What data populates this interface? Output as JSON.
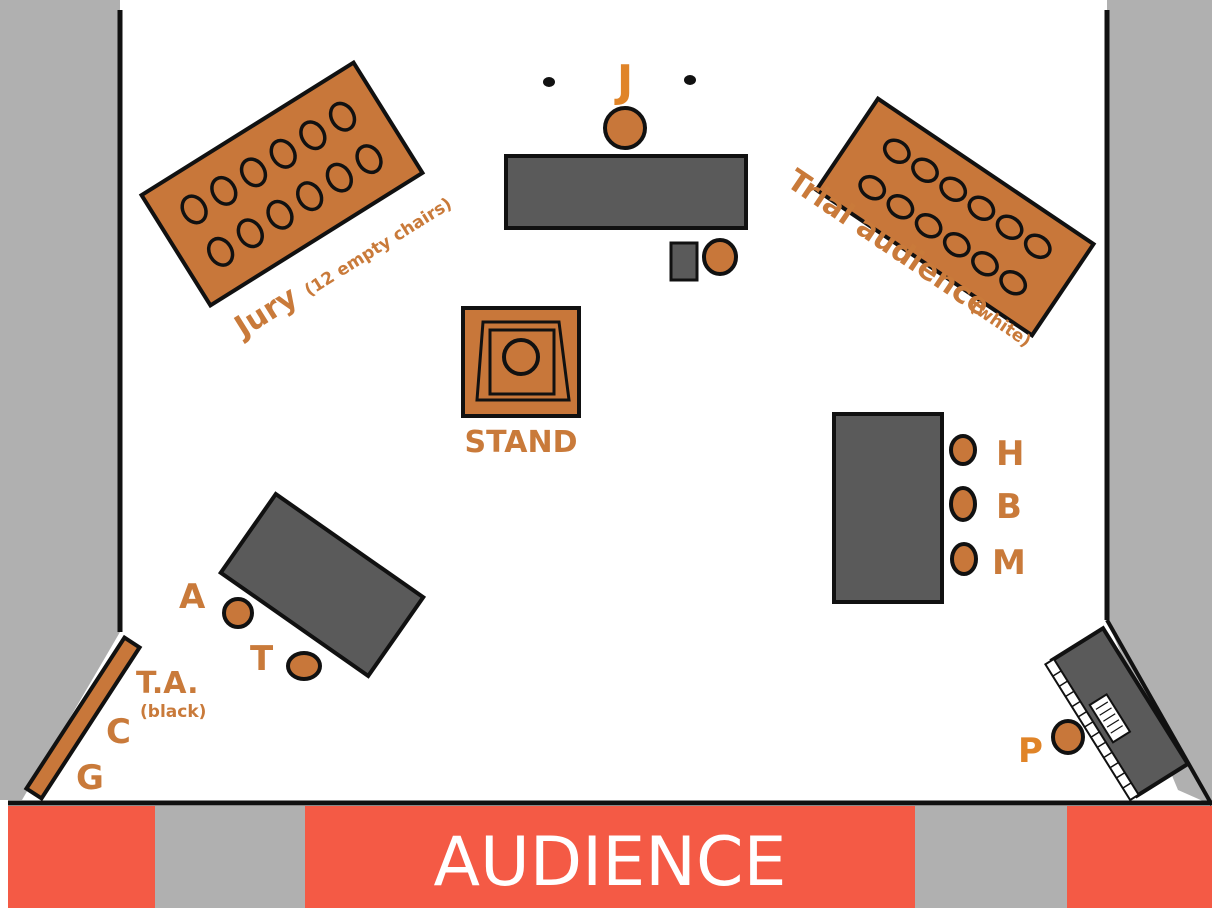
{
  "colors": {
    "wood": "#c8773a",
    "table": "#5a5a5a",
    "wall": "#b0b0b0",
    "audience_red": "#f45a45",
    "label": "#c97a3a",
    "label_bright": "#e08428"
  },
  "labels": {
    "judge": "J",
    "jury": "Jury",
    "jury_note": "(12 empty chairs)",
    "trial_audience": "Trial audience",
    "trial_audience_note": "(white)",
    "stand": "STAND",
    "h": "H",
    "b": "B",
    "m": "M",
    "a": "A",
    "t": "T",
    "ta": "T.A.",
    "ta_note": "(black)",
    "c": "C",
    "g": "G",
    "p": "P",
    "audience": "AUDIENCE"
  },
  "icons": {
    "piano": "piano-icon"
  }
}
